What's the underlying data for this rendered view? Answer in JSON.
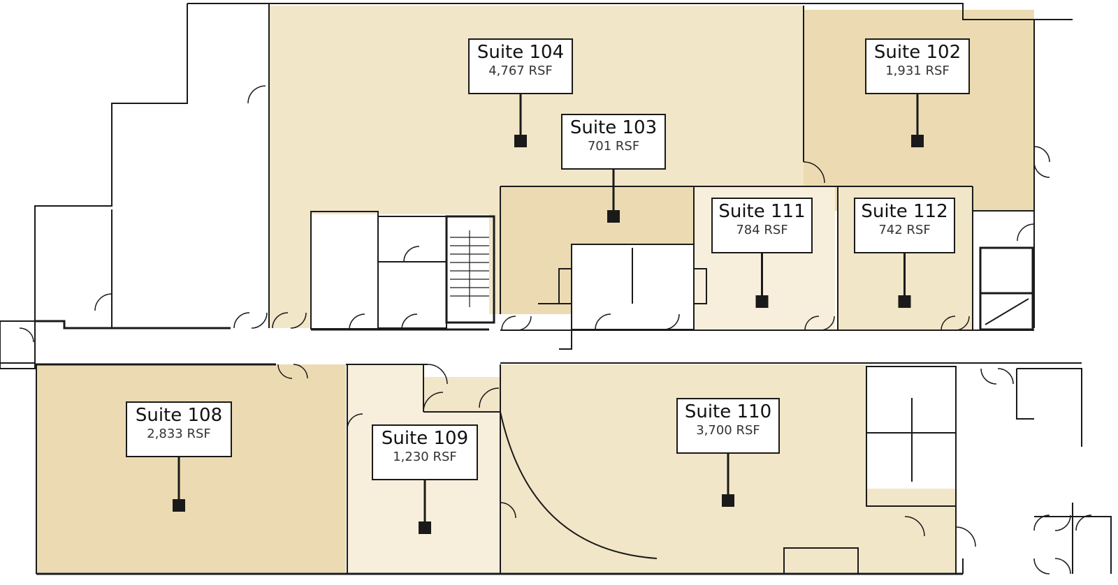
{
  "colors": {
    "tan_dark": "#ecdbb2",
    "tan_mid": "#f2e6c8",
    "tan_light": "#f7efdc",
    "wall": "#1a1a1a"
  },
  "suites": [
    {
      "id": "104",
      "name": "Suite 104",
      "area": "4,767 RSF"
    },
    {
      "id": "102",
      "name": "Suite 102",
      "area": "1,931 RSF"
    },
    {
      "id": "103",
      "name": "Suite 103",
      "area": "701 RSF"
    },
    {
      "id": "111",
      "name": "Suite 111",
      "area": "784 RSF"
    },
    {
      "id": "112",
      "name": "Suite 112",
      "area": "742 RSF"
    },
    {
      "id": "108",
      "name": "Suite 108",
      "area": "2,833 RSF"
    },
    {
      "id": "109",
      "name": "Suite 109",
      "area": "1,230 RSF"
    },
    {
      "id": "110",
      "name": "Suite 110",
      "area": "3,700 RSF"
    }
  ]
}
